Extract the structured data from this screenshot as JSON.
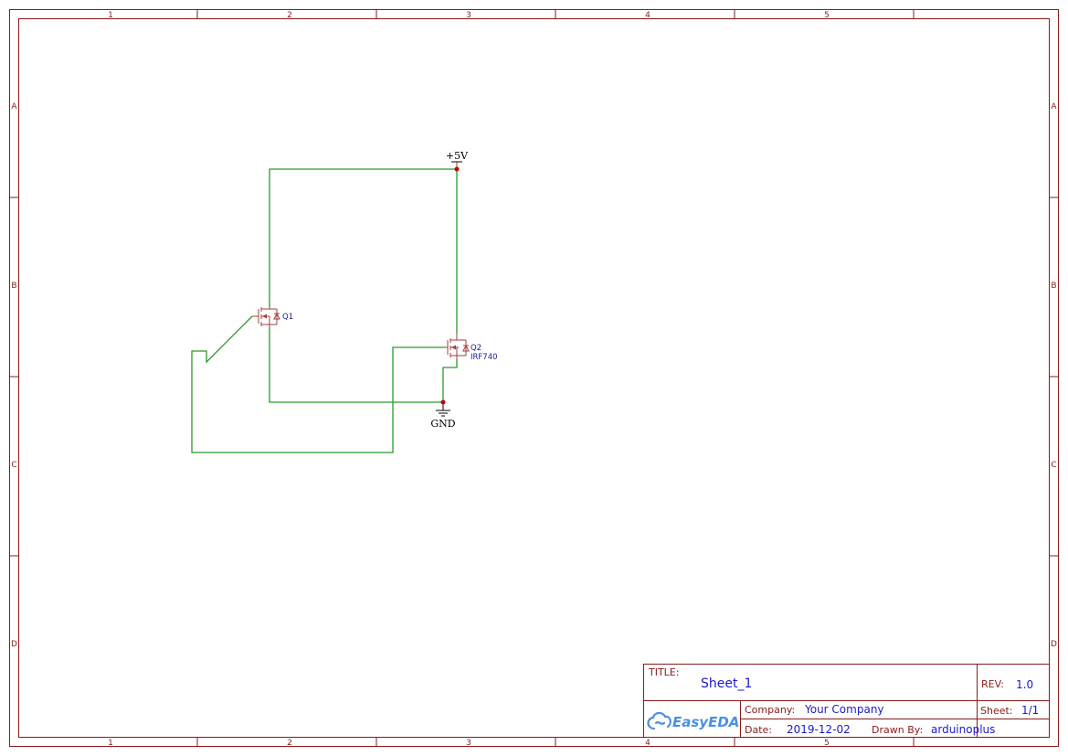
{
  "sheet": {
    "columns": [
      "1",
      "2",
      "3",
      "4",
      "5"
    ],
    "rows": [
      "A",
      "B",
      "C",
      "D"
    ]
  },
  "nets": {
    "power": "+5V",
    "ground": "GND"
  },
  "components": {
    "q1": {
      "ref": "Q1"
    },
    "q2": {
      "ref": "Q2",
      "value": "IRF740"
    }
  },
  "title_block": {
    "title_label": "TITLE:",
    "title": "Sheet_1",
    "rev_label": "REV:",
    "rev": "1.0",
    "company_label": "Company:",
    "company": "Your Company",
    "sheet_label": "Sheet:",
    "sheet": "1/1",
    "date_label": "Date:",
    "date": "2019-12-02",
    "drawn_by_label": "Drawn By:",
    "drawn_by": "arduinoplus",
    "logo": "EasyEDA",
    "logo_icon": "cloud-icon"
  },
  "colors": {
    "frame": "#8b1a1a",
    "wire": "#2a9a2a",
    "component": "#a04040",
    "junction": "#c00000",
    "text_value": "#1a1acc",
    "logo": "#4a90e2"
  }
}
